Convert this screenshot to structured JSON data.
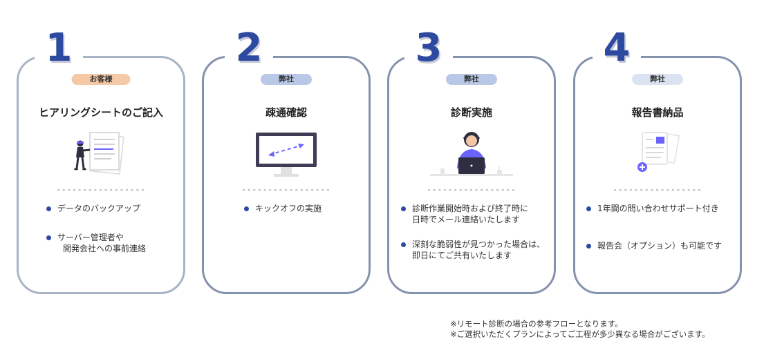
{
  "steps": [
    {
      "number": "1",
      "party": "お客様",
      "party_color": "#f6c9a6",
      "title": "ヒアリングシートのご記入",
      "divider": "-----------------",
      "items": [
        "データのバックアップ",
        "サーバー管理者や",
        "開発会社への事前連絡"
      ],
      "illustration": "person-with-documents"
    },
    {
      "number": "2",
      "party": "弊社",
      "party_color": "#b9c8e6",
      "title": "疎通確認",
      "divider": "-----------------",
      "items": [
        "キックオフの実施"
      ],
      "illustration": "monitor-with-arrow"
    },
    {
      "number": "3",
      "party": "弊社",
      "party_color": "#b9c8e6",
      "title": "診断実施",
      "divider": "-----------------",
      "items": [
        "診断作業開始時および終了時に",
        "日時でメール連絡いたします",
        "深刻な脆弱性が見つかった場合は、",
        "即日にてご共有いたします"
      ],
      "illustration": "person-at-laptop"
    },
    {
      "number": "4",
      "party": "弊社",
      "party_color": "#dbe3f2",
      "title": "報告書納品",
      "divider": "-----------------",
      "items": [
        "1年間の問い合わせサポート付き",
        "報告会（オプション）も可能です"
      ],
      "illustration": "report-documents"
    }
  ],
  "notes": [
    "※リモート診断の場合の参考フローとなります。",
    "※ご選択いただくプランによってご工程が多少異なる場合がございます。"
  ],
  "colors": {
    "accent": "#2d4aa0",
    "illus_purple": "#6c63ff"
  }
}
